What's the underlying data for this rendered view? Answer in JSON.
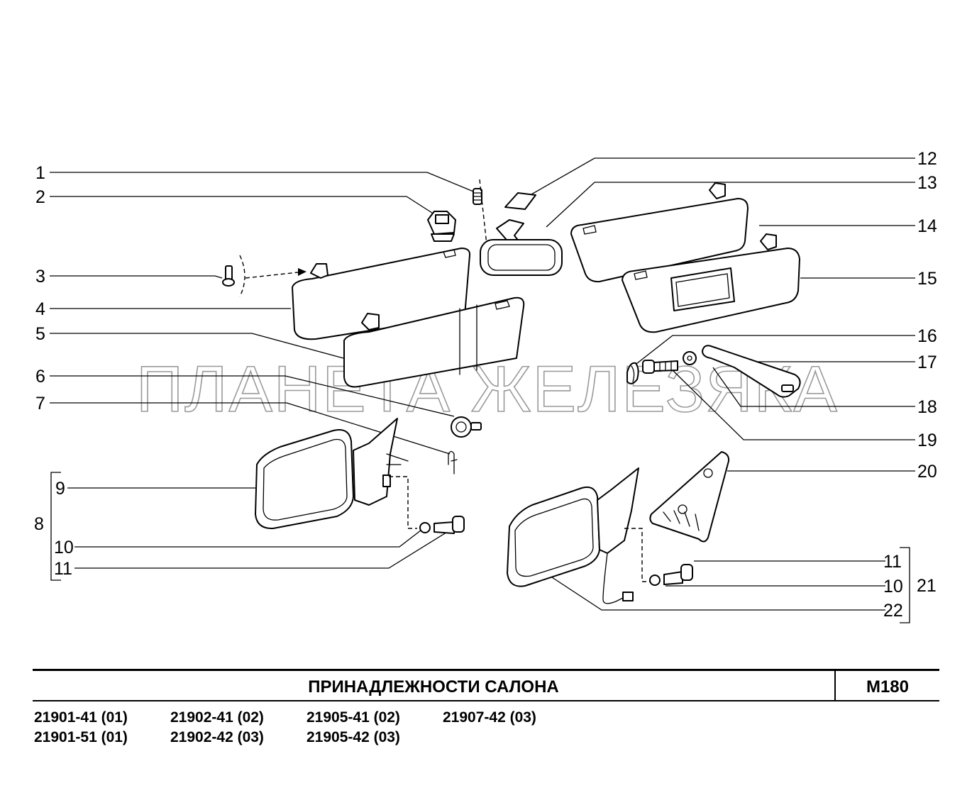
{
  "watermark": "ПЛАНЕТА ЖЕЛЕЗЯКА",
  "callouts": {
    "n1": "1",
    "n2": "2",
    "n3": "3",
    "n4": "4",
    "n5": "5",
    "n6": "6",
    "n7": "7",
    "n8": "8",
    "n9": "9",
    "n10a": "10",
    "n11a": "11",
    "n12": "12",
    "n13": "13",
    "n14": "14",
    "n15": "15",
    "n16": "16",
    "n17": "17",
    "n18": "18",
    "n19": "19",
    "n20": "20",
    "n11b": "11",
    "n10b": "10",
    "n21": "21",
    "n22": "22"
  },
  "title": "ПРИНАДЛЕЖНОСТИ   САЛОНА",
  "sheet_code": "М180",
  "models": [
    [
      "21901-41 (01)",
      "21901-51 (01)"
    ],
    [
      "21902-41 (02)",
      "21902-42 (03)"
    ],
    [
      "21905-41 (02)",
      "21905-42 (03)"
    ],
    [
      "21907-42 (03)"
    ]
  ]
}
